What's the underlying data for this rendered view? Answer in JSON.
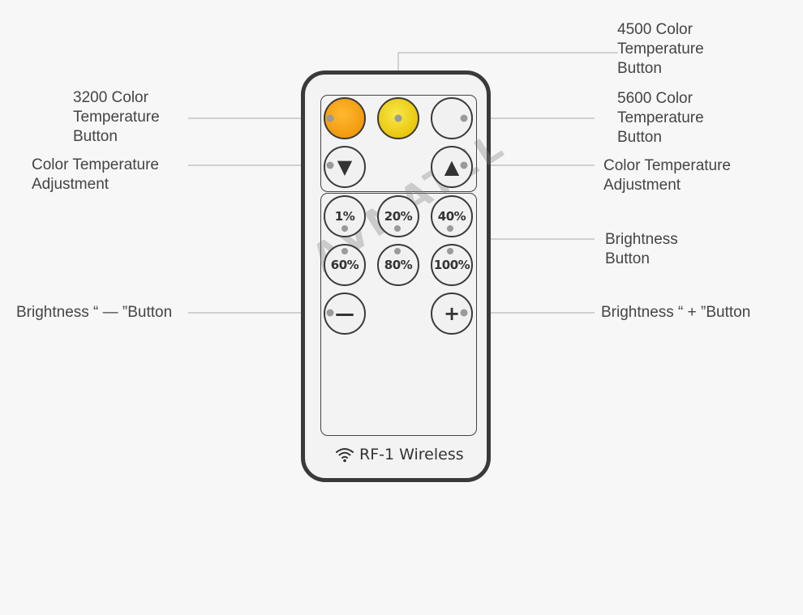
{
  "labels": {
    "btn_4500": [
      "4500 Color",
      "Temperature",
      "Button"
    ],
    "btn_3200": [
      "3200 Color",
      "Temperature",
      "Button"
    ],
    "btn_5600": [
      "5600 Color",
      "Temperature",
      "Button"
    ],
    "adj_left": [
      "Color Temperature",
      "Adjustment"
    ],
    "adj_right": [
      "Color Temperature",
      "Adjustment"
    ],
    "brightness": [
      "Brightness",
      "Button"
    ],
    "minus": "Brightness “ — ”Button",
    "plus": "Brightness “  + ”Button"
  },
  "remote": {
    "brightness_buttons": [
      "1%",
      "20%",
      "40%",
      "60%",
      "80%",
      "100%"
    ],
    "down_symbol": "▼",
    "up_symbol": "▲",
    "minus_symbol": "—",
    "plus_symbol": "+",
    "brand": "RF-1 Wireless",
    "watermark": "AVMATEL",
    "colors": {
      "c3200": "#f29a0e",
      "c4500": "#eac70e",
      "c5600": "#f1f1f1"
    }
  }
}
